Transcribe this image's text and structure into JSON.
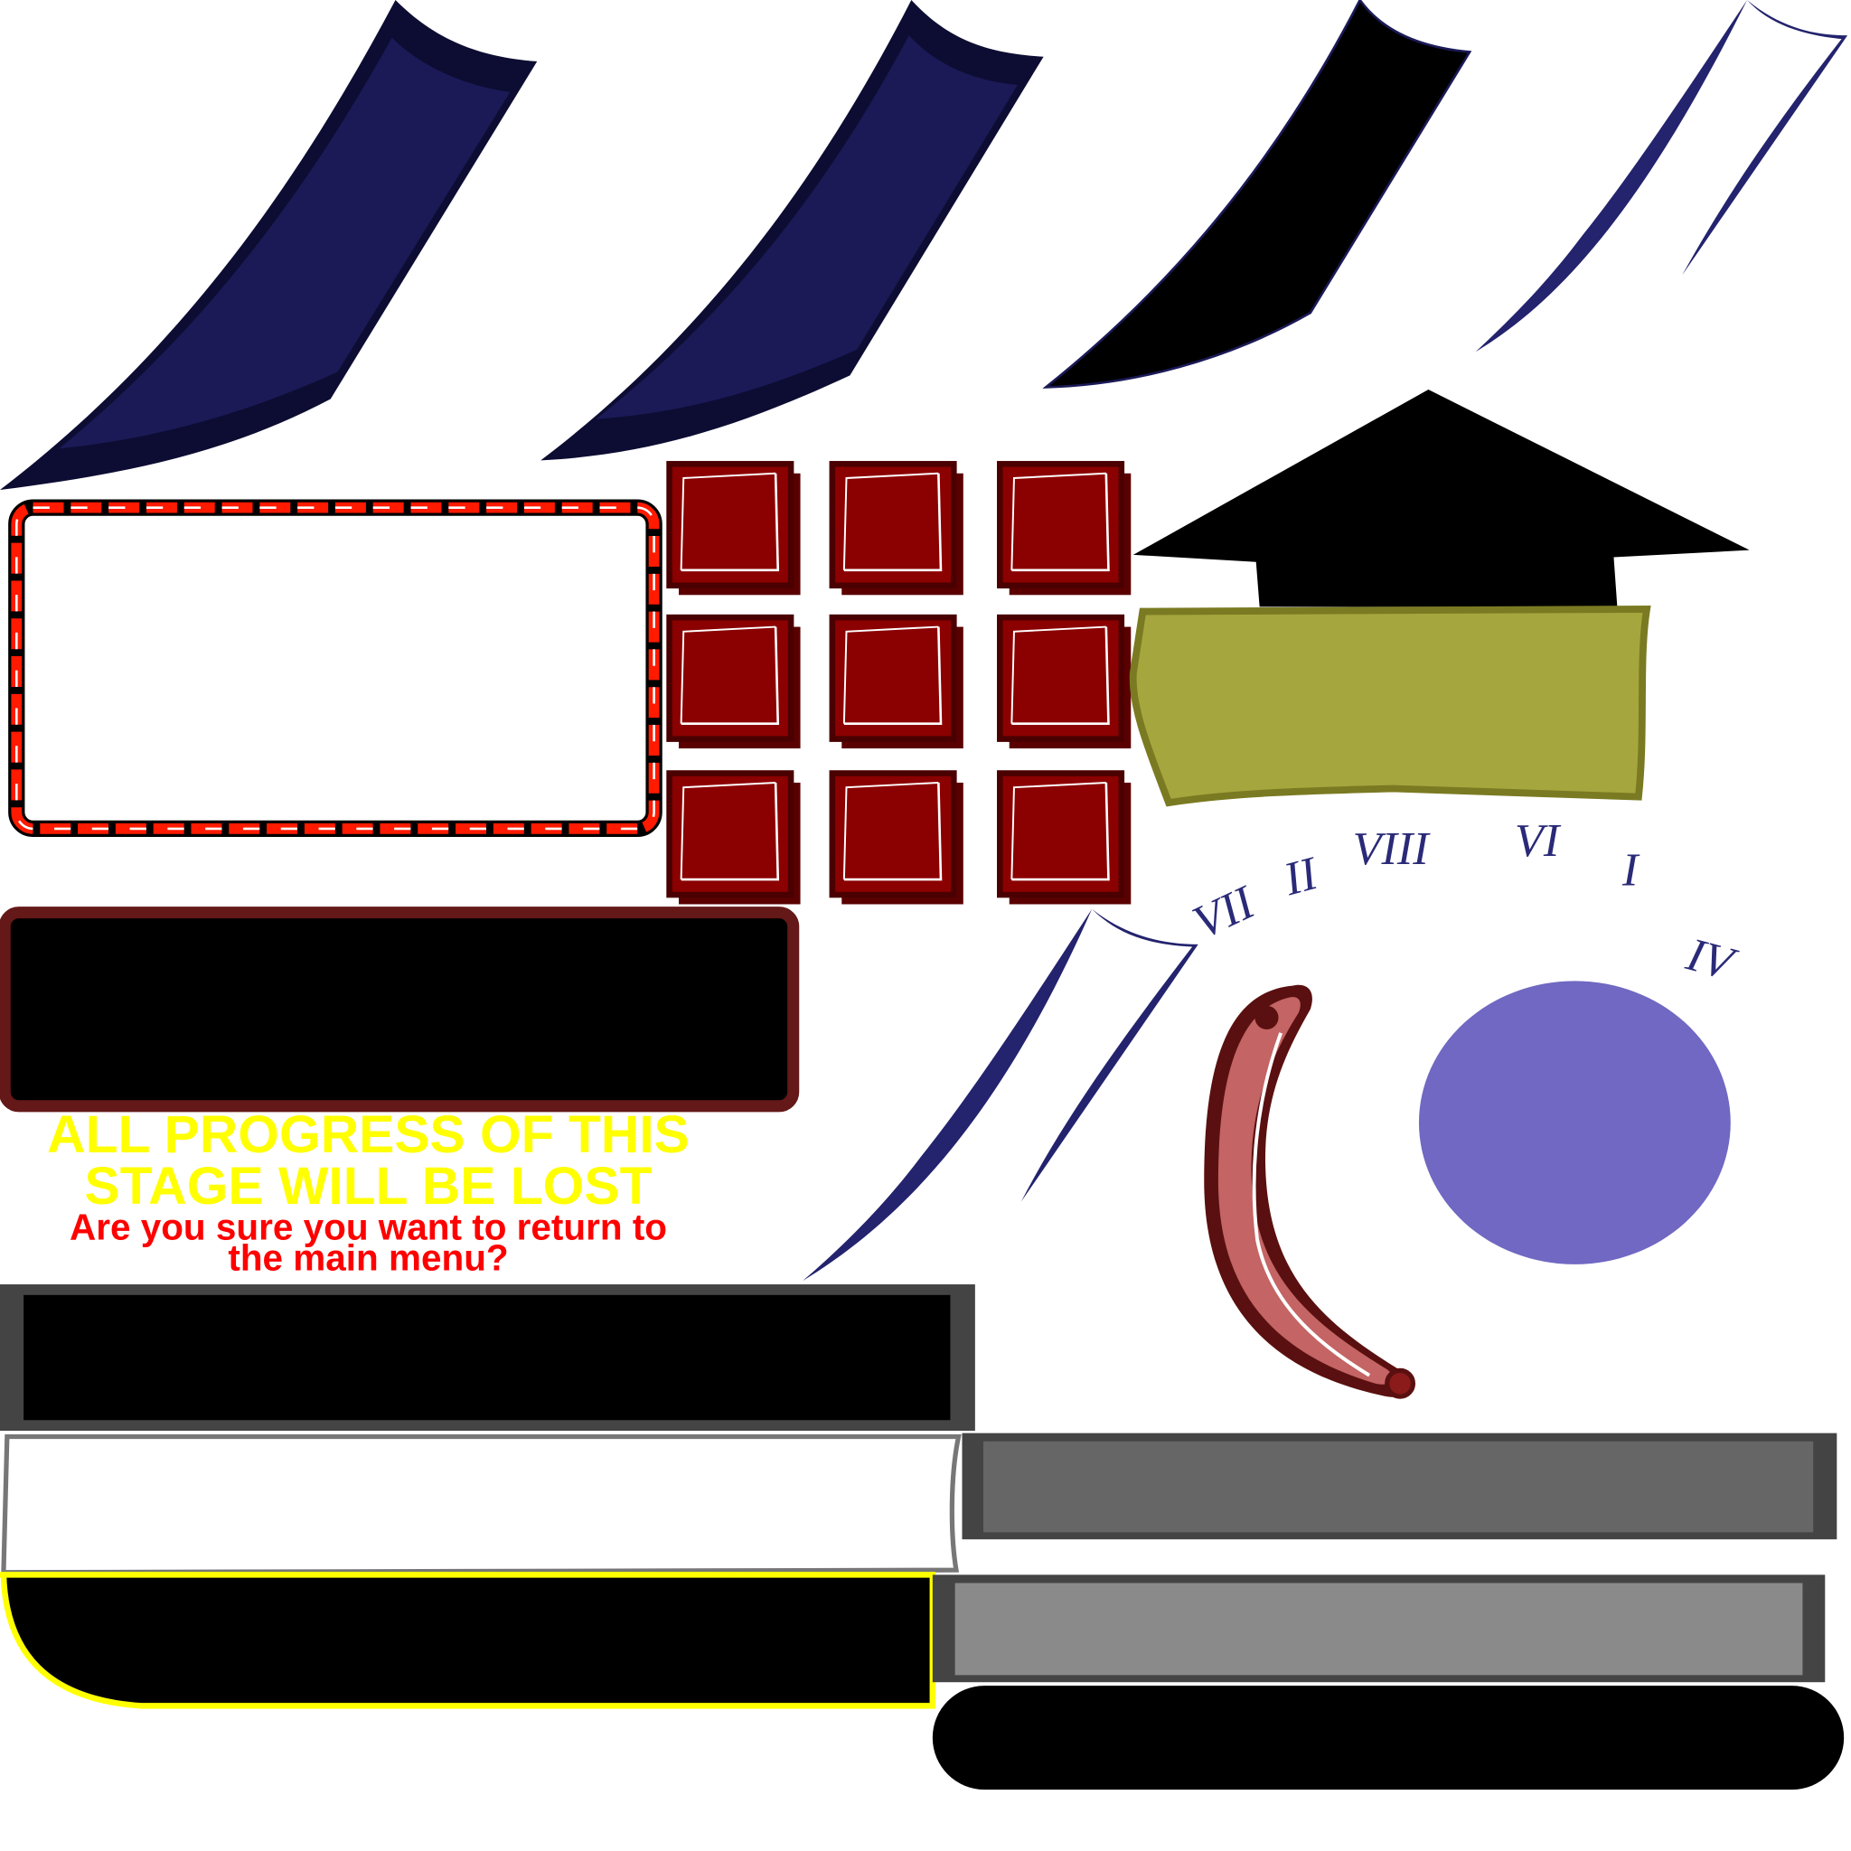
{
  "dialog": {
    "warning_line1": "ALL PROGRESS OF THIS",
    "warning_line2": "STAGE WILL BE LOST",
    "question_line1": "Are you sure you want to return to",
    "question_line2": "the main menu?"
  },
  "clock_numerals": [
    "VII",
    "II",
    "VIII",
    "VI",
    "I",
    "IV"
  ],
  "colors": {
    "navy": "#1b1a57",
    "navy_dark": "#0d0d33",
    "crimson": "#8b0000",
    "olive": "#a6a63f",
    "purple": "#7068c2",
    "warning_yellow": "#ffff00",
    "question_red": "#ff0000"
  }
}
